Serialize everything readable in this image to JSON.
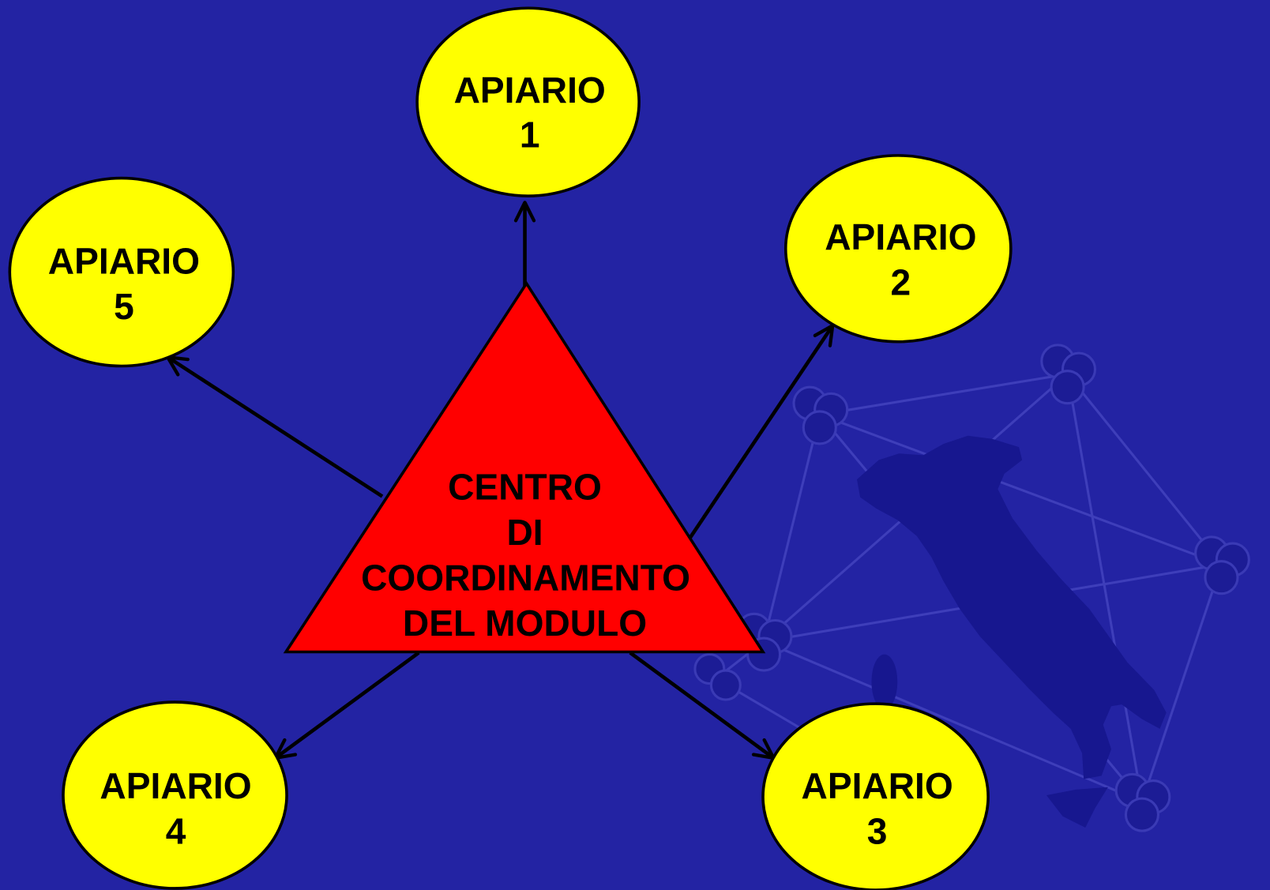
{
  "colors": {
    "background": "#2323A3",
    "node_fill": "#FFFF00",
    "center_fill": "#FF0000",
    "stroke": "#000000"
  },
  "center_node": {
    "lines": [
      "CENTRO",
      "DI",
      "COORDINAMENTO",
      "DEL MODULO"
    ]
  },
  "nodes": [
    {
      "lines": [
        "APIARIO",
        "1"
      ]
    },
    {
      "lines": [
        "APIARIO",
        "2"
      ]
    },
    {
      "lines": [
        "APIARIO",
        "3"
      ]
    },
    {
      "lines": [
        "APIARIO",
        "4"
      ]
    },
    {
      "lines": [
        "APIARIO",
        "5"
      ]
    }
  ],
  "watermark": {
    "icon": "italy-network-logo-icon"
  }
}
